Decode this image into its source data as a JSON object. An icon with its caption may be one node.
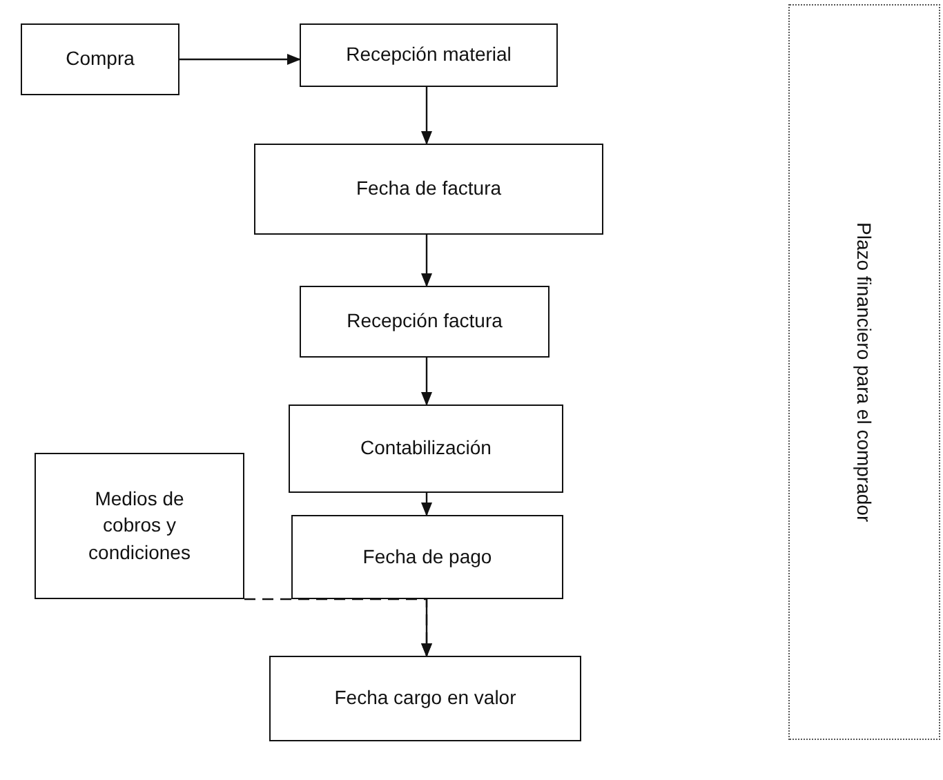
{
  "diagram": {
    "nodes": [
      {
        "text": [
          "Compra"
        ]
      },
      {
        "text": [
          "Recepción material"
        ]
      },
      {
        "text": [
          "Fecha de factura"
        ]
      },
      {
        "text": [
          "Recepción factura"
        ]
      },
      {
        "text": [
          "Contabilización"
        ]
      },
      {
        "text": [
          "Medios de cobros y condiciones"
        ]
      },
      {
        "text": [
          "Fecha de pago"
        ]
      },
      {
        "text": [
          "Fecha cargo en valor"
        ]
      },
      {
        "text": [
          "Plazo financiero para el comprador"
        ]
      }
    ],
    "edges": [
      {
        "from": 0,
        "to": 1,
        "arrow": "to"
      },
      {
        "from": 1,
        "to": 2,
        "arrow": "to"
      },
      {
        "from": 2,
        "to": 3,
        "arrow": "to"
      },
      {
        "from": 3,
        "to": 4,
        "arrow": "to"
      },
      {
        "from": 4,
        "to": 6,
        "arrow": "to"
      },
      {
        "from": 6,
        "to": 7,
        "arrow": "to"
      },
      {
        "from": 5,
        "to": 7,
        "arrow": "to",
        "style": "dashed"
      }
    ]
  }
}
